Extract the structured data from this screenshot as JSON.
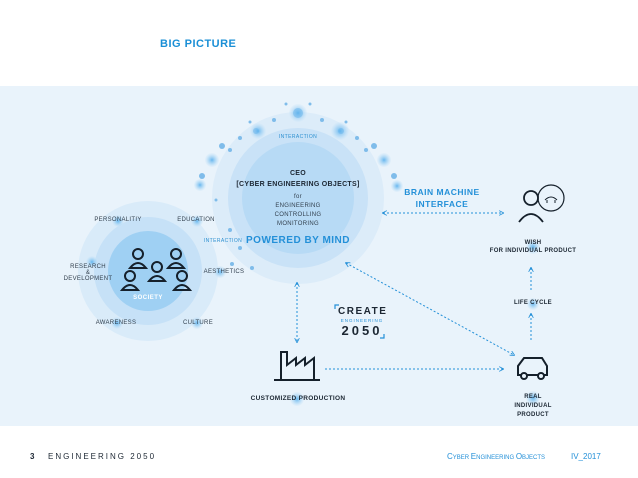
{
  "header": {
    "title": "BIG PICTURE"
  },
  "center": {
    "interaction_top": "INTERACTION",
    "interaction_left": "INTERACTION",
    "title_line1": "CEO",
    "title_line2": "[CYBER ENGINEERING OBJECTS]",
    "sub_lines": [
      "for",
      "ENGINEERING",
      "CONTROLLING",
      "MONITORING"
    ],
    "powered": "POWERED BY MIND"
  },
  "society": {
    "label": "SOCIETY",
    "satellites": [
      "PERSONALITIY",
      "EDUCATION",
      "RESEARCH",
      "&",
      "DEVELOPMENT",
      "AESTHETICS",
      "AWARENESS",
      "CULTURE"
    ]
  },
  "right": {
    "bmi_line1": "BRAIN MACHINE",
    "bmi_line2": "INTERFACE",
    "wish_line1": "WISH",
    "wish_line2": "FOR INDIVIDUAL PRODUCT",
    "lifecycle": "LIFE CYCLE",
    "real_lines": [
      "REAL",
      "INDIVIDUAL",
      "PRODUCT"
    ]
  },
  "bottom": {
    "customized": "CUSTOMIZED PRODUCTION",
    "create": "CREATE",
    "create_sub": "ENGINEERING",
    "year": "2050"
  },
  "footer": {
    "page_number": "3",
    "left_title": "ENGINEERING 2050",
    "right_title_parts": [
      "C",
      "YBER ",
      "E",
      "NGINEERING ",
      "O",
      "BJECTS"
    ],
    "edition": "IV_2017"
  },
  "colors": {
    "accent": "#2490d8",
    "light_panel": "#e9f3fb",
    "dark": "#1c2733"
  },
  "icons": [
    "people-group-icon",
    "factory-icon",
    "person-thinking-icon",
    "car-icon"
  ]
}
